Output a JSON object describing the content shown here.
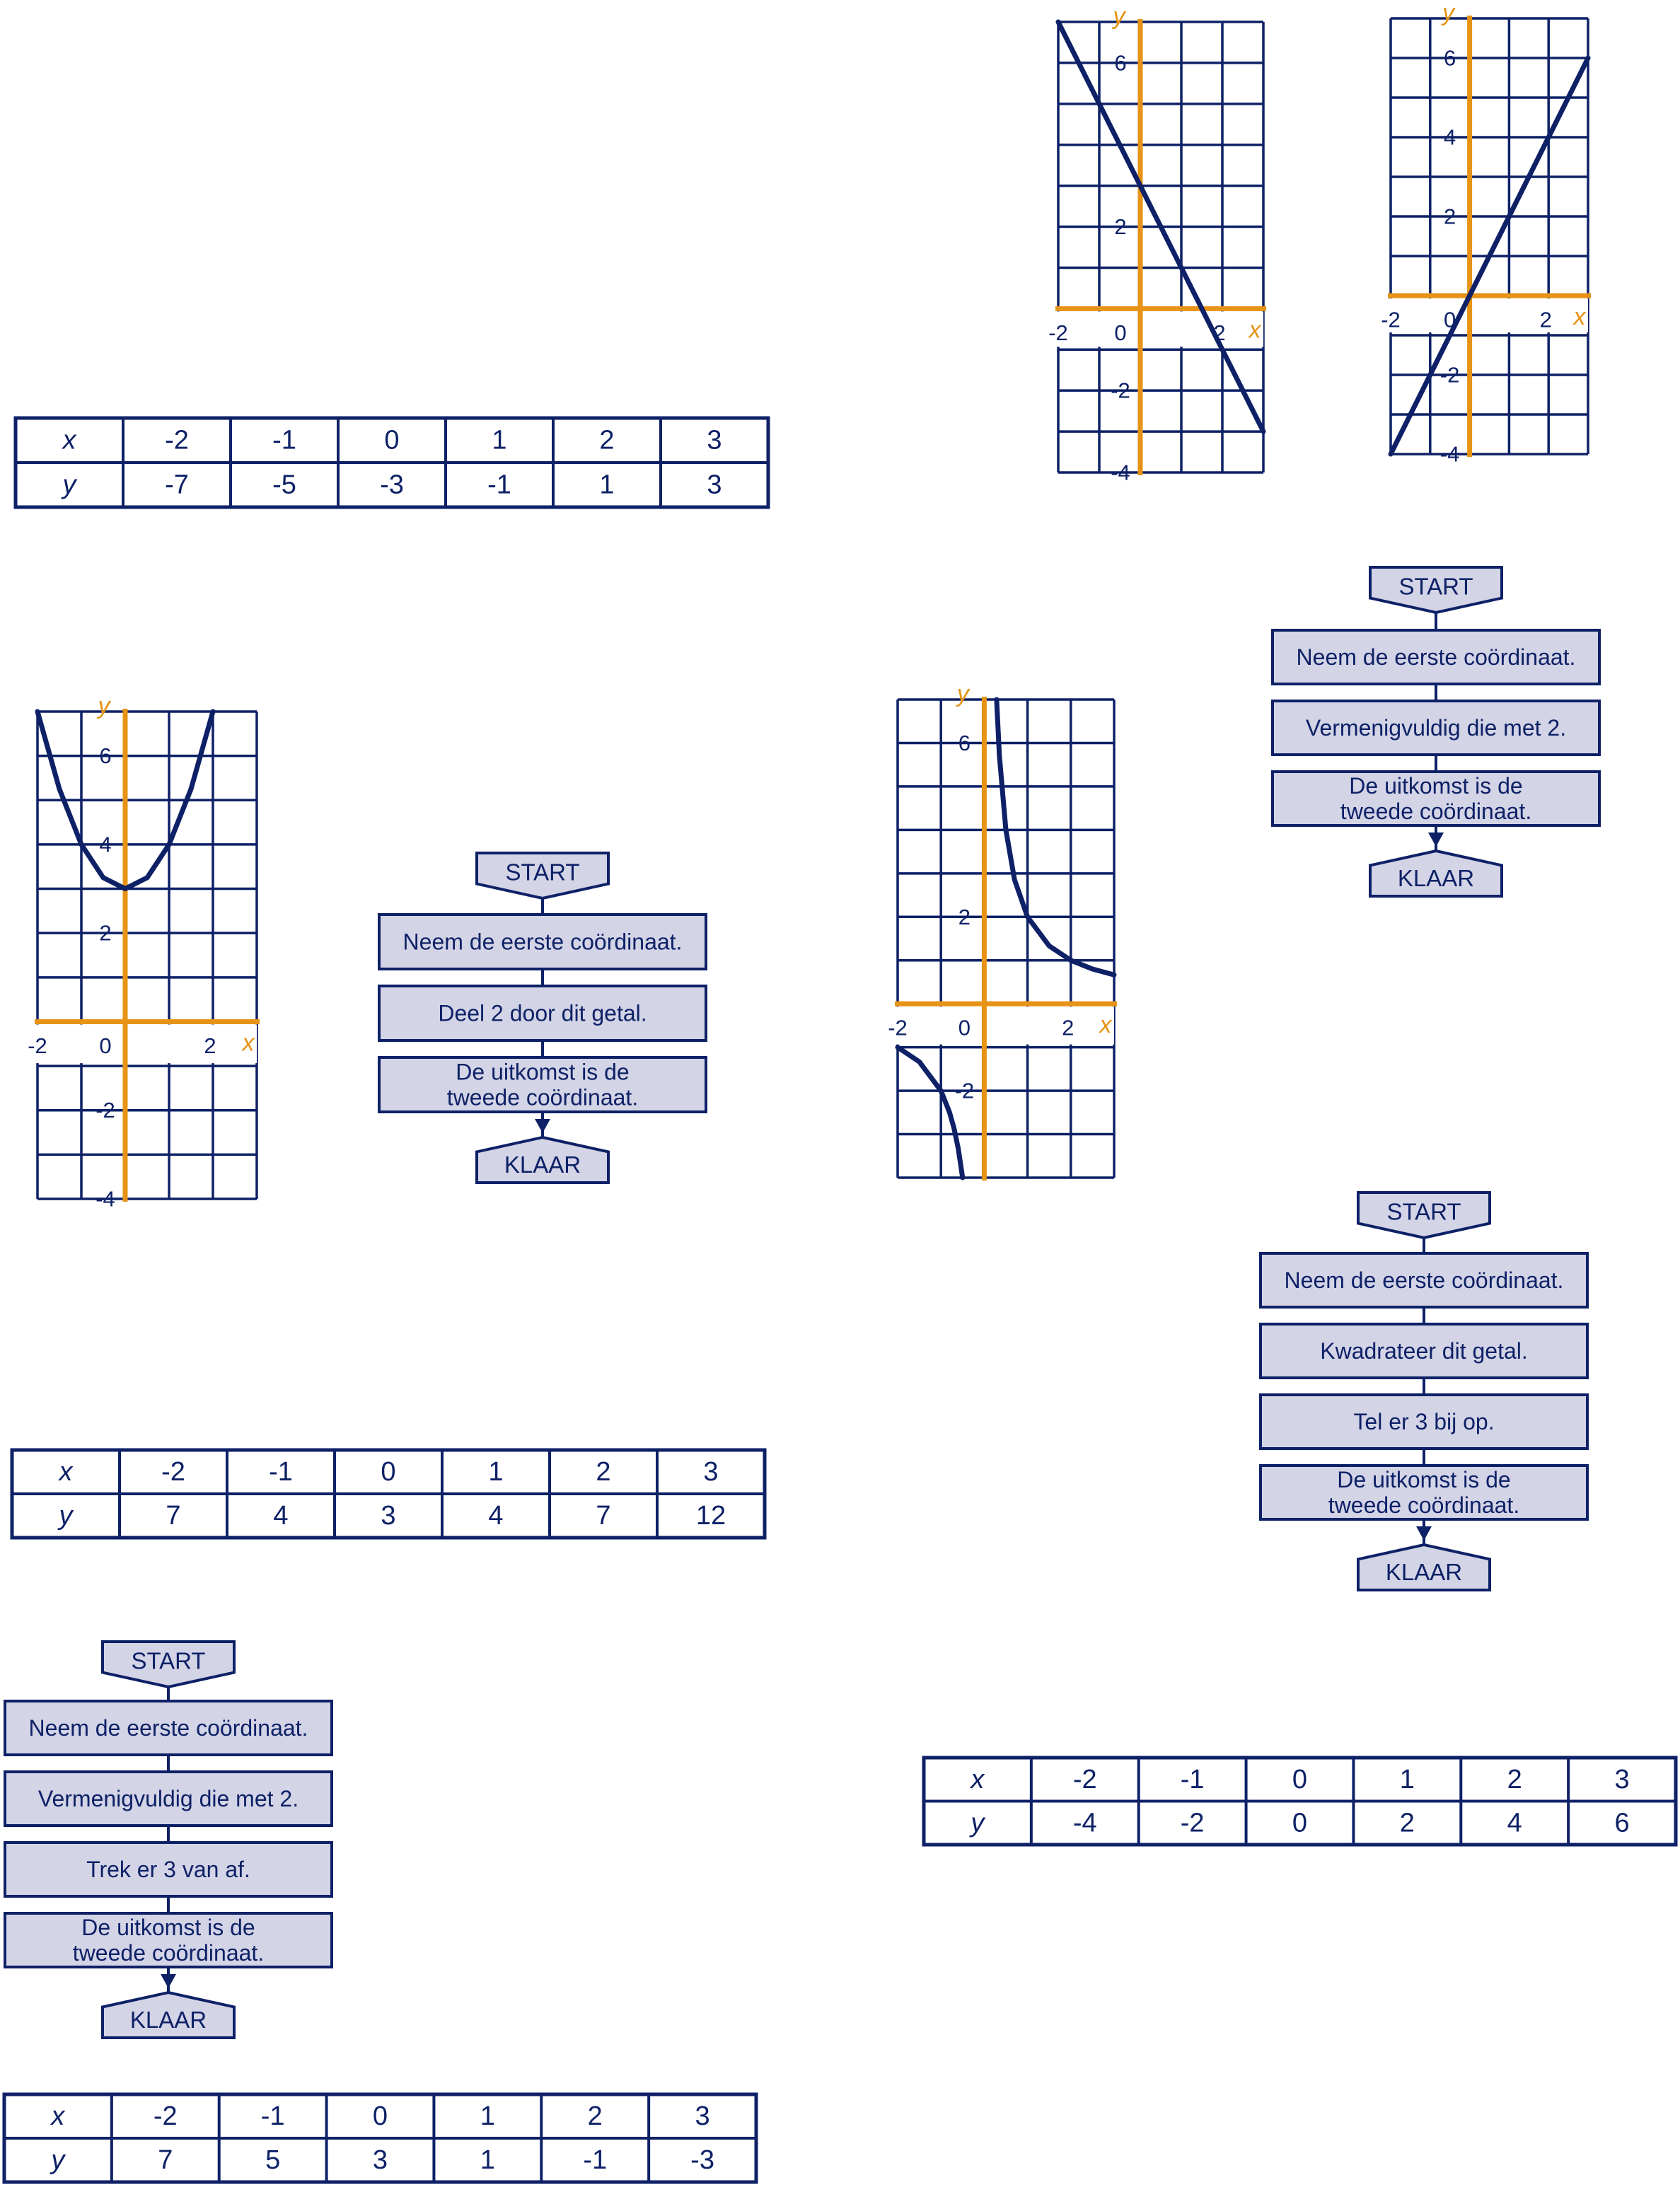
{
  "colors": {
    "ink": "#0e2167",
    "axis": "#e69316",
    "box_fill": "#d3d4e6",
    "white": "#ffffff"
  },
  "tables": [
    {
      "id": "table-1",
      "x_label": "x",
      "y_label": "y",
      "x_values": [
        "-2",
        "-1",
        "0",
        "1",
        "2",
        "3"
      ],
      "y_values": [
        "-7",
        "-5",
        "-3",
        "-1",
        "1",
        "3"
      ]
    },
    {
      "id": "table-2",
      "x_label": "x",
      "y_label": "y",
      "x_values": [
        "-2",
        "-1",
        "0",
        "1",
        "2",
        "3"
      ],
      "y_values": [
        "7",
        "4",
        "3",
        "4",
        "7",
        "12"
      ]
    },
    {
      "id": "table-3",
      "x_label": "x",
      "y_label": "y",
      "x_values": [
        "-2",
        "-1",
        "0",
        "1",
        "2",
        "3"
      ],
      "y_values": [
        "-4",
        "-2",
        "0",
        "2",
        "4",
        "6"
      ]
    },
    {
      "id": "table-4",
      "x_label": "x",
      "y_label": "y",
      "x_values": [
        "-2",
        "-1",
        "0",
        "1",
        "2",
        "3"
      ],
      "y_values": [
        "7",
        "5",
        "3",
        "1",
        "-1",
        "-3"
      ]
    }
  ],
  "flowcharts": [
    {
      "id": "flowchart-1",
      "start": "START",
      "end": "KLAAR",
      "steps": [
        [
          "Neem de eerste coördinaat."
        ],
        [
          "Deel 2 door dit getal."
        ],
        [
          "De uitkomst is de",
          "tweede coördinaat."
        ]
      ]
    },
    {
      "id": "flowchart-2",
      "start": "START",
      "end": "KLAAR",
      "steps": [
        [
          "Neem de eerste coördinaat."
        ],
        [
          "Vermenigvuldig die met 2."
        ],
        [
          "De uitkomst is de",
          "tweede coördinaat."
        ]
      ]
    },
    {
      "id": "flowchart-3",
      "start": "START",
      "end": "KLAAR",
      "steps": [
        [
          "Neem de eerste coördinaat."
        ],
        [
          "Kwadrateer dit getal."
        ],
        [
          "Tel er 3 bij op."
        ],
        [
          "De uitkomst is de",
          "tweede coördinaat."
        ]
      ]
    },
    {
      "id": "flowchart-4",
      "start": "START",
      "end": "KLAAR",
      "steps": [
        [
          "Neem de eerste coördinaat."
        ],
        [
          "Vermenigvuldig die met 2."
        ],
        [
          "Trek er 3 van af."
        ],
        [
          "De uitkomst is de",
          "tweede coördinaat."
        ]
      ]
    }
  ],
  "chart_data": [
    {
      "id": "graph-decreasing-line",
      "type": "line",
      "function": "y = -2x + 3",
      "xlim": [
        -2,
        3
      ],
      "ylim": [
        -4,
        7
      ],
      "xlabel": "x",
      "ylabel": "y",
      "x_ticks": [
        "-2",
        "0",
        "2"
      ],
      "y_ticks": [
        "6",
        "2",
        "-2",
        "-4"
      ],
      "series": [
        {
          "x": [
            -2,
            3
          ],
          "y": [
            7,
            -3
          ]
        }
      ]
    },
    {
      "id": "graph-increasing-line",
      "type": "line",
      "function": "y = 2x",
      "xlim": [
        -2,
        3
      ],
      "ylim": [
        -4,
        7
      ],
      "xlabel": "x",
      "ylabel": "y",
      "x_ticks": [
        "-2",
        "0",
        "2"
      ],
      "y_ticks": [
        "6",
        "4",
        "2",
        "-2",
        "-4"
      ],
      "series": [
        {
          "x": [
            -2,
            3
          ],
          "y": [
            -4,
            6
          ]
        }
      ]
    },
    {
      "id": "graph-parabola",
      "type": "line",
      "function": "y = x^2 + 3",
      "xlim": [
        -2,
        3
      ],
      "ylim": [
        -4,
        7
      ],
      "xlabel": "x",
      "ylabel": "y",
      "x_ticks": [
        "-2",
        "0",
        "2"
      ],
      "y_ticks": [
        "6",
        "4",
        "2",
        "-2",
        "-4"
      ],
      "series": [
        {
          "x": [
            -2,
            -1.5,
            -1,
            -0.5,
            0,
            0.5,
            1,
            1.5,
            2
          ],
          "y": [
            7,
            5.25,
            4,
            3.25,
            3,
            3.25,
            4,
            5.25,
            7
          ]
        }
      ]
    },
    {
      "id": "graph-hyperbola",
      "type": "line",
      "function": "y = 2/x",
      "xlim": [
        -2,
        3
      ],
      "ylim": [
        -4,
        7
      ],
      "xlabel": "x",
      "ylabel": "y",
      "x_ticks": [
        "-2",
        "0",
        "2"
      ],
      "y_ticks": [
        "6",
        "2",
        "-2"
      ],
      "series": [
        {
          "x": [
            -2,
            -1.5,
            -1,
            -0.8,
            -0.7,
            -0.6,
            -0.5
          ],
          "y": [
            -1,
            -1.333,
            -2,
            -2.5,
            -2.857,
            -3.333,
            -4
          ]
        },
        {
          "x": [
            0.2857,
            0.35,
            0.5,
            0.7,
            1,
            1.5,
            2,
            2.5,
            3
          ],
          "y": [
            7,
            5.714,
            4,
            2.857,
            2,
            1.333,
            1,
            0.8,
            0.667
          ]
        }
      ]
    }
  ]
}
